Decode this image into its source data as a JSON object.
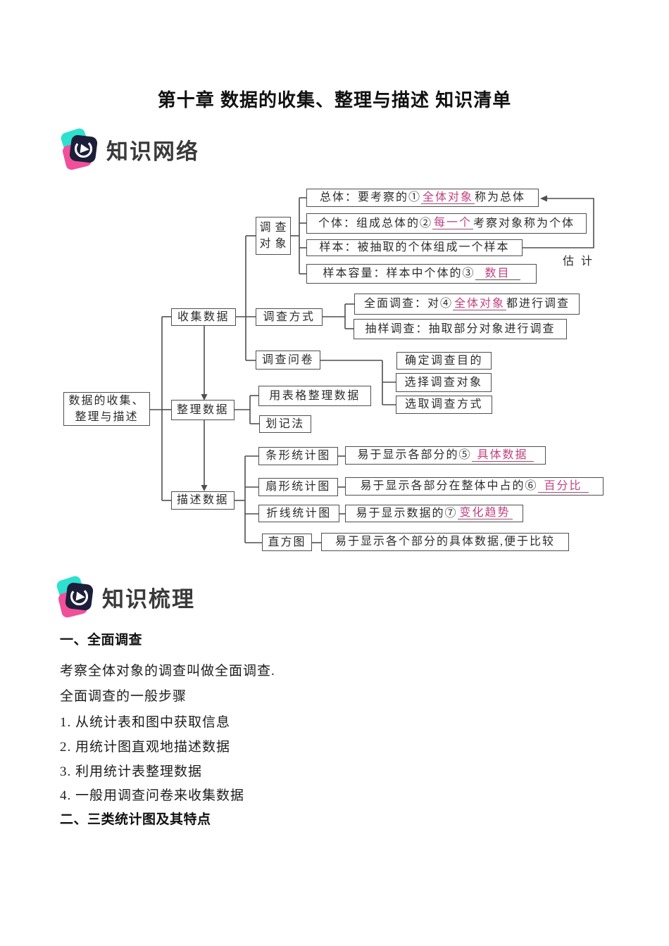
{
  "title": "第十章 数据的收集、整理与描述 知识清单",
  "colors": {
    "accent_pink": "#c2417f",
    "logo_teal": "#2ee0cf",
    "logo_pink": "#f0509a",
    "logo_navy": "#1c1e3a",
    "line_gray": "#4f4f4f"
  },
  "logos": {
    "network_label": "知识网络",
    "review_label": "知识梳理"
  },
  "mindmap": {
    "root_line1": "数据的收集、",
    "root_line2": "整理与描述",
    "collect": "收集数据",
    "organize": "整理数据",
    "describe": "描述数据",
    "survey_object_line1": "调 查",
    "survey_object_line2": "对 象",
    "estimate": "估 计",
    "population": {
      "pre": "总体：要考察的①",
      "blank": "全体对象",
      "post": "称为总体"
    },
    "individual": {
      "pre": "个体：组成总体的②",
      "blank": "每一个",
      "post": "考察对象称为个体"
    },
    "sample": {
      "full": "样本：被抽取的个体组成一个样本"
    },
    "sample_size": {
      "pre": "样本容量：样本中个体的③",
      "blank": "数目"
    },
    "survey_method": "调查方式",
    "census": {
      "pre": "全面调查：对④",
      "blank": "全体对象",
      "post": "都进行调查"
    },
    "sampling": {
      "full": "抽样调查：抽取部分对象进行调查"
    },
    "questionnaire": "调查问卷",
    "q_steps": [
      "确定调查目的",
      "选择调查对象",
      "选取调查方式"
    ],
    "organize_children": [
      "用表格整理数据",
      "划记法"
    ],
    "bar_chart": "条形统计图",
    "bar_desc": {
      "pre": "易于显示各部分的⑤",
      "blank": "具体数据"
    },
    "pie_chart": "扇形统计图",
    "pie_desc": {
      "pre": "易于显示各部分在整体中占的⑥",
      "blank": "百分比"
    },
    "line_chart": "折线统计图",
    "line_desc": {
      "pre": "易于显示数据的⑦",
      "blank": "变化趋势"
    },
    "histogram": "直方图",
    "hist_desc": {
      "full": "易于显示各个部分的具体数据,便于比较"
    }
  },
  "review": {
    "heading1": "一、全面调查",
    "lines": [
      "考察全体对象的调查叫做全面调查.",
      "全面调查的一般步骤",
      "1. 从统计表和图中获取信息",
      "2. 用统计图直观地描述数据",
      "3. 利用统计表整理数据",
      "4. 一般用调查问卷来收集数据"
    ],
    "heading2": "二、三类统计图及其特点"
  }
}
